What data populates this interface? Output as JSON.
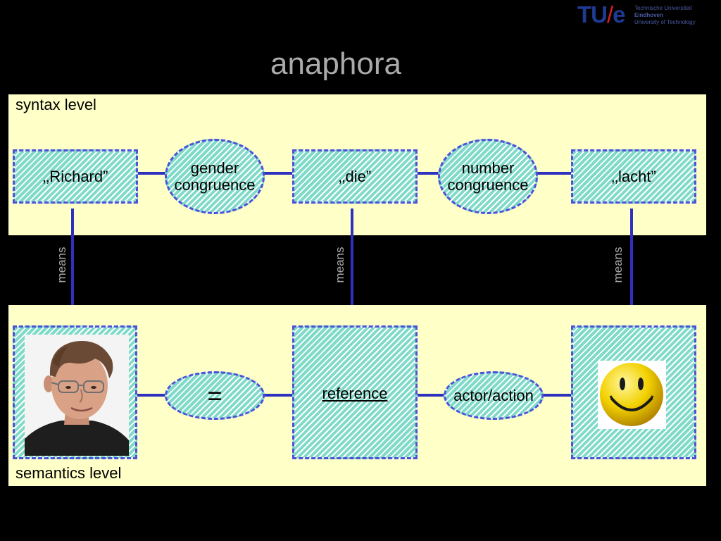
{
  "logo": {
    "mark_tu": "TU",
    "mark_slash": "/",
    "mark_e": "e",
    "line1": "Technische Universiteit",
    "line2": "Eindhoven",
    "line3": "University of Technology"
  },
  "title": "anaphora",
  "syntax": {
    "label": "syntax level",
    "nodes": {
      "richard": "‚‚Richard”",
      "gender": "gender congruence",
      "die": "‚‚die”",
      "number": "number congruence",
      "lacht": "‚‚lacht”"
    }
  },
  "means": [
    "means",
    "means",
    "means"
  ],
  "semantics": {
    "label": "semantics level",
    "nodes": {
      "equals": "=",
      "reference": "reference",
      "actor_action": "actor/action"
    },
    "images": {
      "person": "photo-of-richard",
      "smiley": "smiley-face"
    }
  },
  "colors": {
    "background": "#000000",
    "panel": "#ffffc8",
    "hatch_fill": "#7fdac8",
    "hatch_border": "#5050d8",
    "connector": "#3030c0",
    "title": "#aaaaaa"
  }
}
